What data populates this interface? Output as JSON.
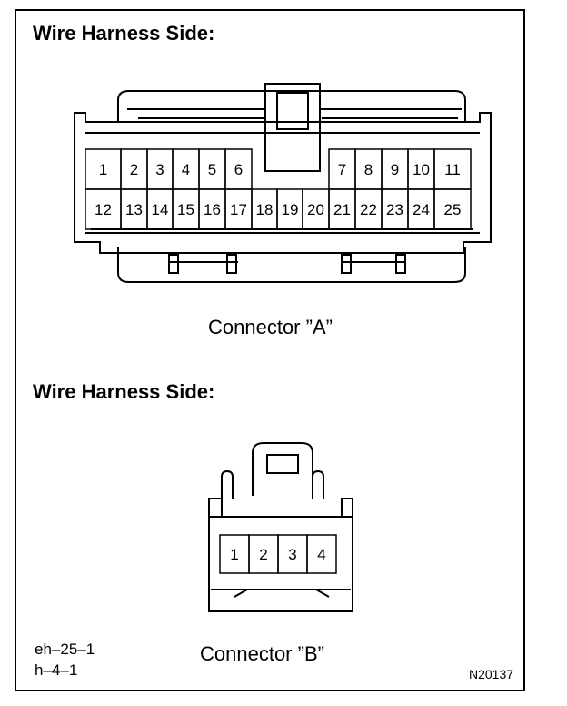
{
  "section_a": {
    "heading": "Wire Harness Side:",
    "caption": "Connector ”A”",
    "pins_top": [
      "1",
      "2",
      "3",
      "4",
      "5",
      "6",
      "7",
      "8",
      "9",
      "10",
      "11"
    ],
    "pins_bottom": [
      "12",
      "13",
      "14",
      "15",
      "16",
      "17",
      "18",
      "19",
      "20",
      "21",
      "22",
      "23",
      "24",
      "25"
    ]
  },
  "section_b": {
    "heading": "Wire Harness Side:",
    "caption": "Connector ”B”",
    "pins": [
      "1",
      "2",
      "3",
      "4"
    ]
  },
  "footer": {
    "code_line1": "eh–25–1",
    "code_line2": "h–4–1",
    "figure_id": "N20137"
  }
}
